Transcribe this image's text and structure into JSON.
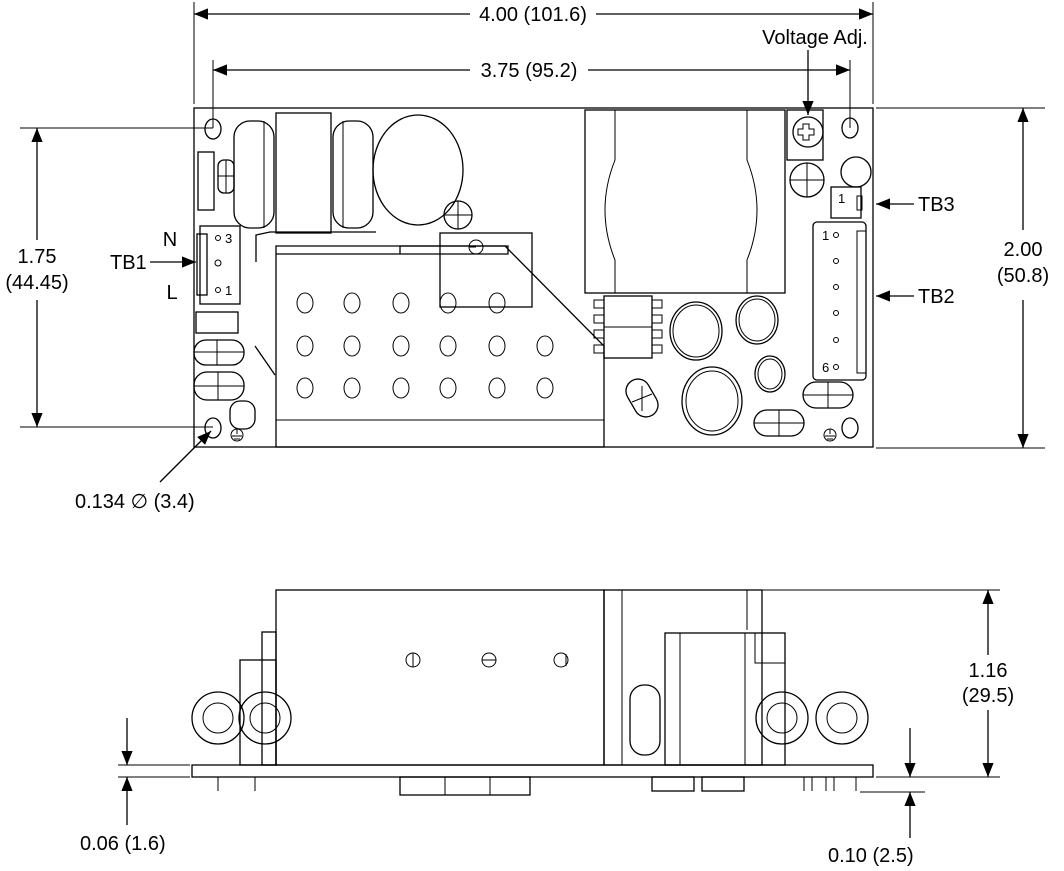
{
  "top_view": {
    "overall_length": "4.00 (101.6)",
    "hole_spacing_length": "3.75 (95.2)",
    "voltage_adj_label": "Voltage Adj.",
    "tb3_label": "TB3",
    "tb2_label": "TB2",
    "tb1_label": "TB1",
    "neutral_label": "N",
    "line_label": "L",
    "hole_spacing_width": "1.75",
    "hole_spacing_width_mm": "(44.45)",
    "overall_width": "2.00",
    "overall_width_mm": "(50.8)",
    "hole_diameter": "0.134 ∅ (3.4)",
    "tb1_pins": [
      "3",
      "1"
    ],
    "tb3_pin": "1",
    "tb2_pins": [
      "1",
      "6"
    ]
  },
  "side_view": {
    "height": "1.16",
    "height_mm": "(29.5)",
    "board_thickness": "0.06 (1.6)",
    "pin_length": "0.10 (2.5)"
  }
}
